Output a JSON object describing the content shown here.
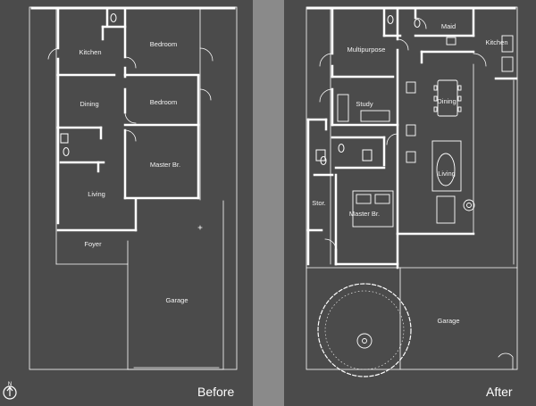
{
  "colors": {
    "background": "#8a8a8a",
    "panel": "#4b4b4b",
    "wall": "#ffffff",
    "text": "#ffffff"
  },
  "before": {
    "caption": "Before",
    "north_marker": "N",
    "rooms": {
      "kitchen": "Kitchen",
      "bedroom_top": "Bedroom",
      "dining": "Dining",
      "bedroom_mid": "Bedroom",
      "master": "Master Br.",
      "living": "Living",
      "foyer": "Foyer",
      "garage": "Garage"
    }
  },
  "after": {
    "caption": "After",
    "rooms": {
      "maid": "Maid",
      "multipurpose": "Multipurpose",
      "kitchen": "Kitchen",
      "study": "Study",
      "dining": "Dining",
      "living": "Living",
      "storage": "Stor.",
      "master": "Master Br.",
      "garage": "Garage"
    }
  }
}
